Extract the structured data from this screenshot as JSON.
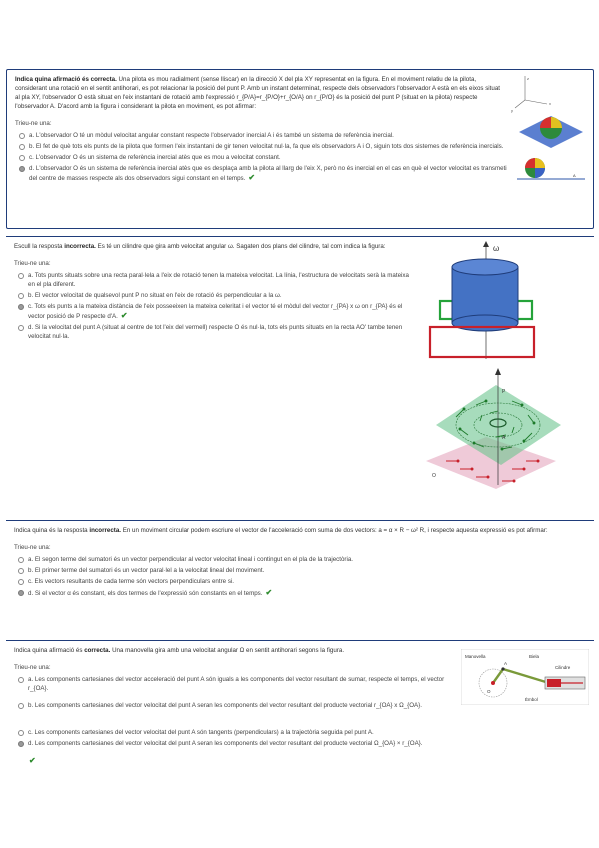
{
  "questions": [
    {
      "statement_bold": "Indica quina afirmació és correcta.",
      "statement": "Una pilota es mou radialment (sense lliscar) en la direcció X del pla XY representat en la figura. En el moviment relatiu de la pilota, considerant una rotació en el sentit antihorari, es pot relacionar la posició del punt P. Amb un instant determinat, respecte dels observadors l'observador A està en els eixos situat al pla XY, l'observador O està situat en l'eix instantani de rotació amb l'expressió r_{P/A}=r_{P/O}+r_{O/A} on r_{P/O} és la posició del punt P (situat en la pilota) respecte l'observador A. D'acord amb la figura i considerant la pilota en moviment, es pot afirmar:",
      "choose_label": "Trieu-ne una:",
      "options": [
        "a. L'observador O té un mòdul velocitat angular constant respecte l'observador inercial A i és també un sistema de referència inercial.",
        "b. El fet de què tots els punts de la pilota que formen l'eix instantani de gir tenen velocitat nul·la, fa que els observadors A i O, siguin tots dos sistemes de referència inercials.",
        "c. L'observador O és un sistema de referència inercial atès que es mou a velocitat constant.",
        "d. L'observador O és un sistema de referència inercial atès que es desplaça amb la pilota al llarg de l'eix X, però no és inercial en el cas en què el vector velocitat es transmeti del centre de masses respecte als dos observadors sigui constant en el temps."
      ],
      "selected": 3,
      "correct_mark": "✔"
    },
    {
      "statement_bold": "incorrecta.",
      "statement_pre": "Escull la resposta",
      "statement": "Es té un cilindre que gira amb velocitat angular ω. Sagaten dos plans del cilindre, tal com indica la figura:",
      "choose_label": "Trieu-ne una:",
      "options": [
        "a. Tots punts situats sobre una recta paral·lela a l'eix de rotació tenen la mateixa velocitat. La línia, l'estructura de velocitats serà la mateixa en el pla diferent.",
        "b. El vector velocitat de qualsevol punt P no situat en l'eix de rotació és perpendicular a la ω.",
        "c. Tots els punts a la mateixa distància de l'eix posseeixen la mateixa celeritat i el vector té el mòdul del vector r_{PA} x ω on r_{PA} és el vector posició de P respecte d'A.",
        "d. Si la velocitat del punt A (situat al centre de tot l'eix del vermell) respecte O és nul·la, tots els punts situats en la recta AO' tambe tenen velocitat nul·la."
      ],
      "selected": 2,
      "correct_mark": "✔"
    },
    {
      "statement_bold": "incorrecta.",
      "statement_pre": "Indica quina és la resposta",
      "statement": "En un moviment circular podem escriure el vector de l'acceleració com suma de dos vectors: a = α × R − ω² R, i respecte aquesta expressió es pot afirmar:",
      "choose_label": "Trieu-ne una:",
      "options": [
        "a. El segon terme del sumatori és un vector perpendicular al vector velocitat lineal i contingut en el pla de la trajectòria.",
        "b. El primer terme del sumatori és un vector paral·lel a la velocitat lineal del moviment.",
        "c. Els vectors resultants de cada terme són vectors perpendiculars entre si.",
        "d. Si el vector α és constant, els dos termes de l'expressió són constants en el temps."
      ],
      "selected": 3,
      "correct_mark": "✔"
    },
    {
      "statement_bold": "correcta.",
      "statement_pre": "Indica quina afirmació és",
      "statement": "Una manovella gira amb una velocitat angular Ω en sentit antihorari segons la figura.",
      "choose_label": "Trieu-ne una:",
      "options": [
        "a. Les components cartesianes del vector acceleració del punt A són iguals a les components del vector resultant de sumar, respecte el temps, el vector r_{OA}.",
        "b. Les components cartesianes del vector velocitat del punt A seran les components del vector resultant del producte vectorial r_{OA} x Ω_{OA}.",
        "c. Les components cartesianes del vector velocitat del punt A són tangents (perpendiculars) a la trajectòria seguida pel punt A.",
        "d. Les components cartesianes del vector velocitat del punt A seran les components del vector resultant del producte vectorial Ω_{OA} × r_{OA}."
      ],
      "selected": 3,
      "correct_mark": "✔"
    }
  ],
  "figures": {
    "fig1": {
      "labels": {
        "z": "z",
        "y": "y",
        "x": "x",
        "a": "A"
      }
    },
    "fig2": {
      "labels": {
        "omega": "ω",
        "p": "P",
        "a": "A",
        "o": "O"
      }
    },
    "fig4": {
      "labels": {
        "manovella": "Manovella",
        "biela": "Biela",
        "embol": "Èmbol",
        "cilindre": "Cilindre",
        "a": "A",
        "o": "O"
      }
    }
  }
}
